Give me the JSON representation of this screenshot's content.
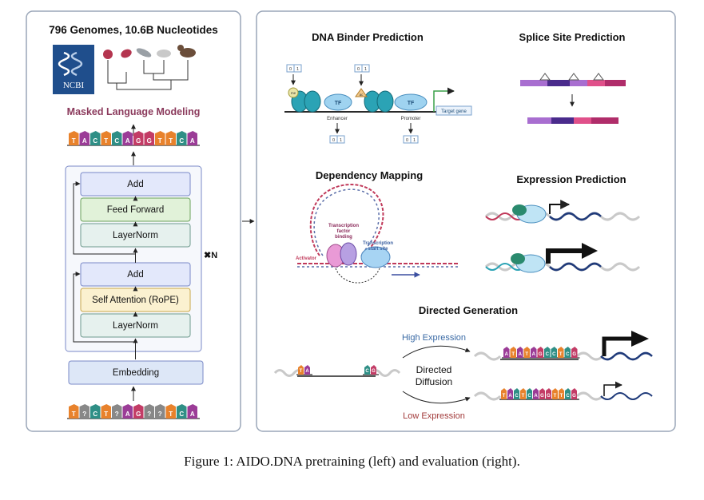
{
  "left_panel": {
    "title": "796 Genomes, 10.6B Nucleotides",
    "ncbi_label": "NCBI",
    "mlm_label": "Masked Language Modeling",
    "output_sequence": [
      "T",
      "A",
      "C",
      "T",
      "C",
      "A",
      "G",
      "G",
      "T",
      "T",
      "C",
      "A"
    ],
    "input_sequence": [
      "T",
      "?",
      "C",
      "T",
      "?",
      "A",
      "G",
      "?",
      "?",
      "T",
      "C",
      "A"
    ],
    "block2": {
      "add": "Add",
      "ffn": "Feed Forward",
      "ln": "LayerNorm"
    },
    "block1": {
      "add": "Add",
      "attn": "Self Attention (RoPE)",
      "ln": "LayerNorm"
    },
    "repeat": "✖N",
    "embedding": "Embedding"
  },
  "right_panel": {
    "dna_binder": {
      "title": "DNA Binder Prediction",
      "tf": "TF",
      "enhancer": "Enhancer",
      "promoter": "Promoter",
      "target_gene": "Target gene",
      "bits": [
        "0",
        "1"
      ],
      "marks": [
        "me",
        "ac"
      ]
    },
    "splice": {
      "title": "Splice Site Prediction"
    },
    "dependency": {
      "title": "Dependency Mapping",
      "tf_binding": [
        "Transcription",
        "factor",
        "binding"
      ],
      "activator": "Activator",
      "tss": [
        "Transcription",
        "start site"
      ]
    },
    "expression": {
      "title": "Expression Prediction"
    },
    "directed": {
      "title": "Directed Generation",
      "high": "High Expression",
      "low": "Low Expression",
      "diffusion": [
        "Directed",
        "Diffusion"
      ],
      "high_seq": [
        "A",
        "T",
        "A",
        "T",
        "A",
        "G",
        "C",
        "C",
        "T",
        "C",
        "G"
      ],
      "low_seq": [
        "T",
        "A",
        "C",
        "T",
        "C",
        "A",
        "G",
        "G",
        "T",
        "T",
        "C",
        "G"
      ],
      "left_tag": [
        "T",
        "A"
      ],
      "right_tag": [
        "C",
        "G"
      ]
    }
  },
  "caption": "Figure 1: AIDO.DNA pretraining (left) and evaluation (right).",
  "colors": {
    "A": "#9b3c97",
    "T": "#e8822c",
    "C": "#2f8f86",
    "G": "#c33c66",
    "?": "#888888",
    "frame": "#9aa6b8",
    "inner_box": "#7a89c7",
    "add_fill": "#e3e8fb",
    "ffn_fill": "#e1f2d9",
    "attn_fill": "#fbf1d0",
    "ln_fill": "#e6f1ee",
    "emb_fill": "#dde7f7",
    "mlm_text": "#8b3a5c",
    "high_text": "#3a6aa5",
    "low_text": "#a23b3b"
  }
}
